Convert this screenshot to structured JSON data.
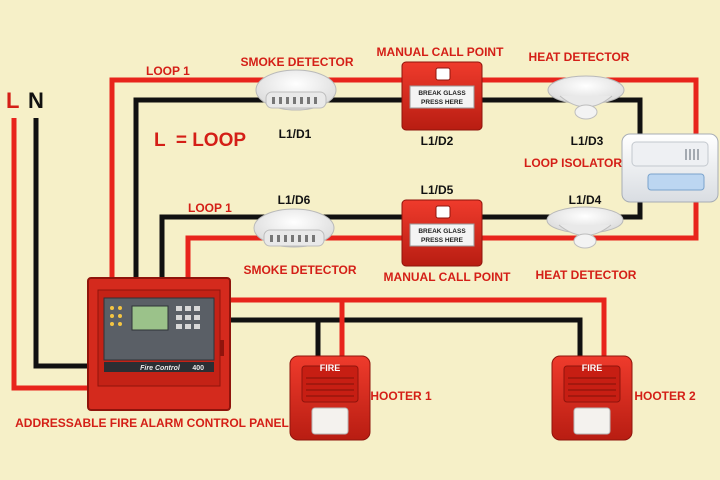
{
  "colors": {
    "background": "#f6f0c8",
    "wire_live": "#e8241c",
    "wire_neutral": "#111111",
    "label_red": "#d41f17",
    "panel_red": "#d42a1d"
  },
  "supply": {
    "live": "L",
    "neutral": "N"
  },
  "legend": {
    "loop_text": "L  = LOOP"
  },
  "loop_labels": {
    "top": "LOOP 1",
    "bottom": "LOOP 1"
  },
  "devices": {
    "smoke_top": {
      "name": "SMOKE DETECTOR",
      "address": "L1/D1"
    },
    "mcp_top": {
      "name": "MANUAL CALL POINT",
      "address": "L1/D2",
      "face_line1": "BREAK GLASS",
      "face_line2": "PRESS HERE"
    },
    "heat_top": {
      "name": "HEAT DETECTOR",
      "address": "L1/D3"
    },
    "isolator": {
      "name": "LOOP ISOLATOR"
    },
    "heat_bottom": {
      "name": "HEAT DETECTOR",
      "address": "L1/D4"
    },
    "mcp_bottom": {
      "name": "MANUAL CALL POINT",
      "address": "L1/D5",
      "face_line1": "BREAK GLASS",
      "face_line2": "PRESS HERE"
    },
    "smoke_bottom": {
      "name": "SMOKE DETECTOR",
      "address": "L1/D6"
    }
  },
  "panel": {
    "name": "ADDRESSABLE FIRE ALARM CONTROL PANEL",
    "badge": "Fire Control",
    "model": "400"
  },
  "hooters": [
    {
      "name": "HOOTER 1",
      "face": "FIRE"
    },
    {
      "name": "HOOTER 2",
      "face": "FIRE"
    }
  ]
}
